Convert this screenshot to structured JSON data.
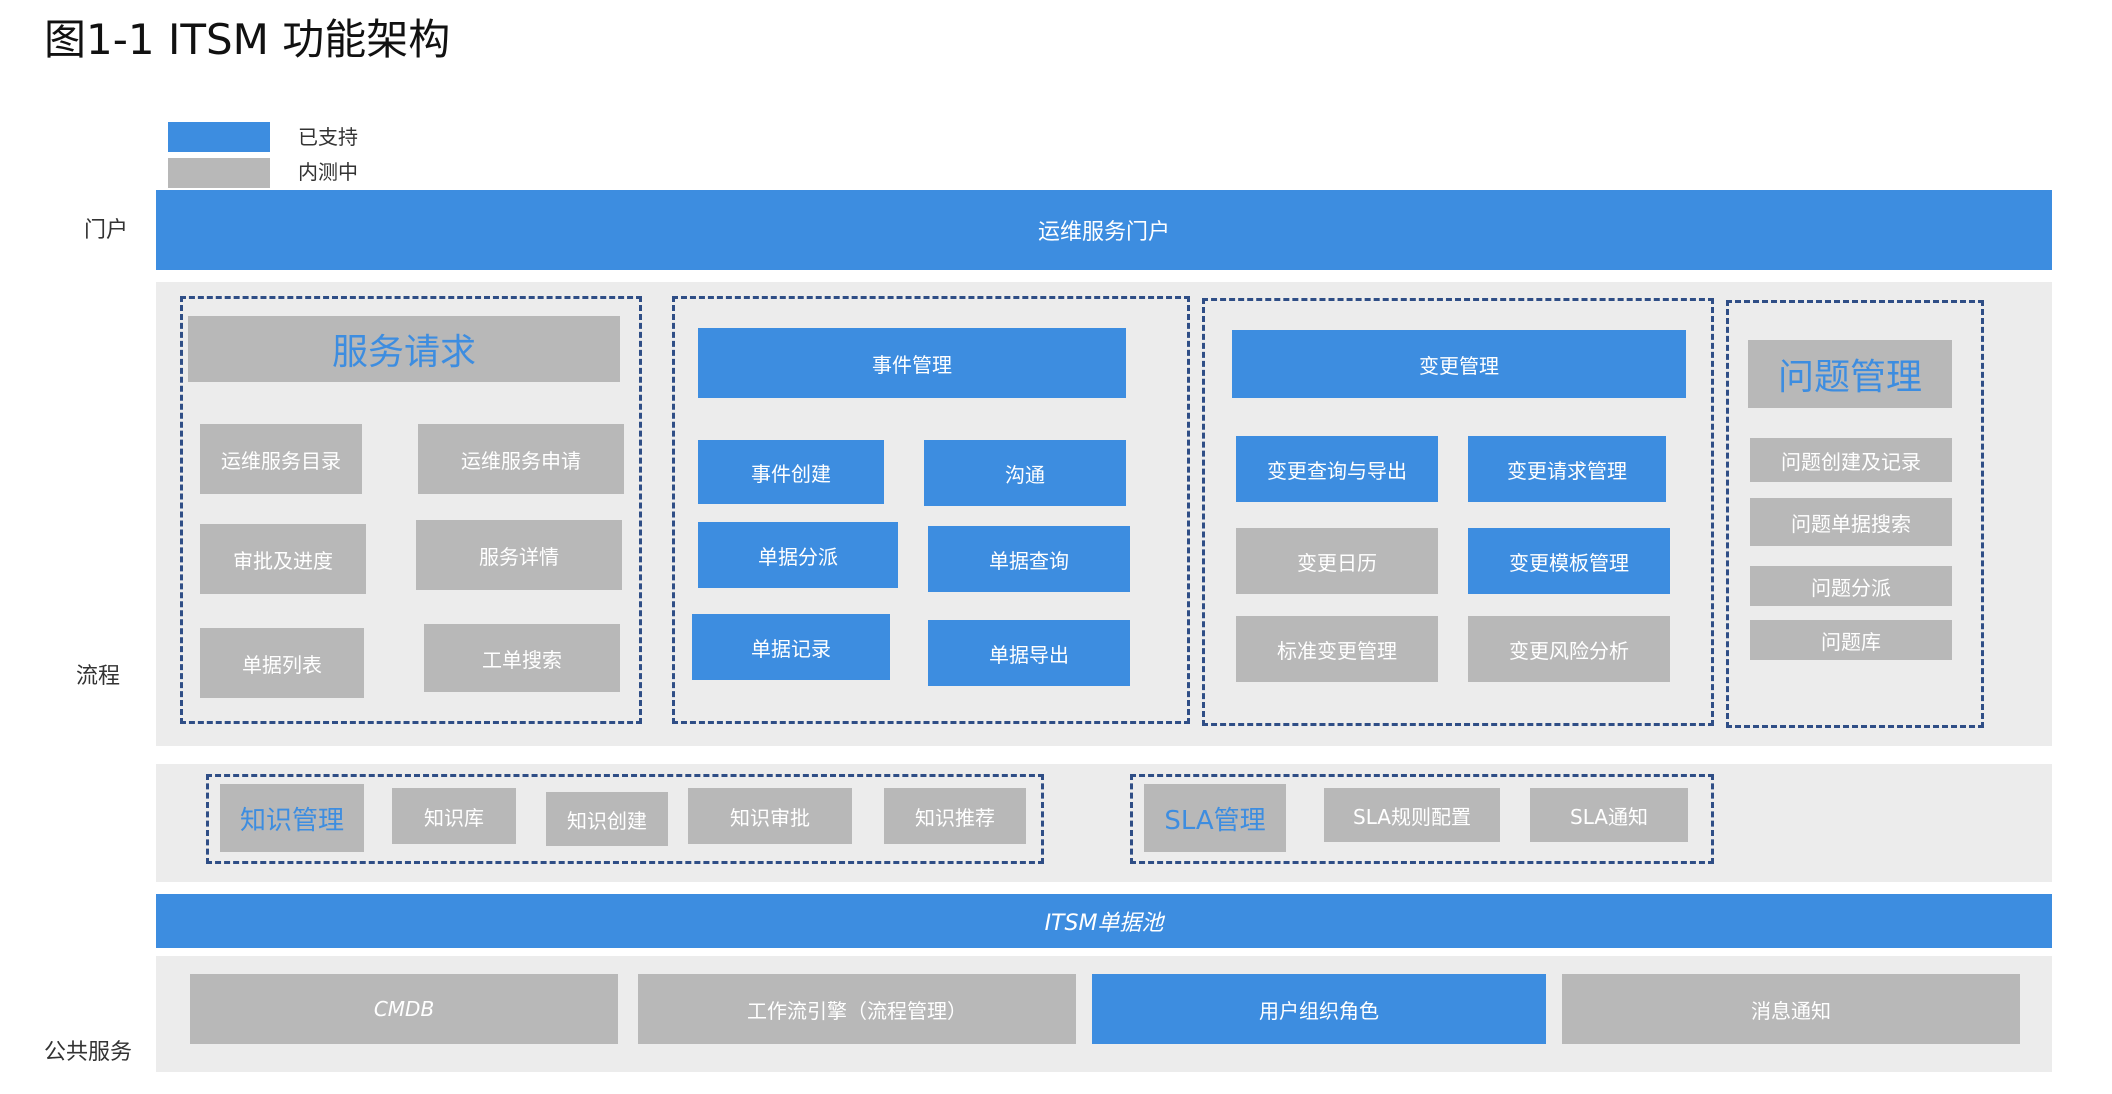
{
  "title": "图1-1 ITSM 功能架构",
  "legend": {
    "supported": "已支持",
    "in_test": "内测中"
  },
  "colors": {
    "supported": "#3d8de0",
    "in_test": "#b8b8b8",
    "band": "#ececec",
    "dashed_border": "#2f4e86"
  },
  "layers": {
    "portal": "门户",
    "process": "流程",
    "public_service": "公共服务"
  },
  "portal_bar": "运维服务门户",
  "service_request": {
    "title": "服务请求",
    "items": [
      "运维服务目录",
      "运维服务申请",
      "审批及进度",
      "服务详情",
      "单据列表",
      "工单搜索"
    ]
  },
  "incident": {
    "title": "事件管理",
    "items": [
      "事件创建",
      "沟通",
      "单据分派",
      "单据查询",
      "单据记录",
      "单据导出"
    ]
  },
  "change": {
    "title": "变更管理",
    "items": [
      "变更查询与导出",
      "变更请求管理",
      "变更日历",
      "变更模板管理",
      "标准变更管理",
      "变更风险分析"
    ]
  },
  "problem": {
    "title": "问题管理",
    "items": [
      "问题创建及记录",
      "问题单据搜索",
      "问题分派",
      "问题库"
    ]
  },
  "knowledge": {
    "title": "知识管理",
    "items": [
      "知识库",
      "知识创建",
      "知识审批",
      "知识推荐"
    ]
  },
  "sla": {
    "title": "SLA管理",
    "items": [
      "SLA规则配置",
      "SLA通知"
    ]
  },
  "ticket_pool": "ITSM单据池",
  "public_services": [
    "CMDB",
    "工作流引擎（流程管理）",
    "用户组织角色",
    "消息通知"
  ]
}
